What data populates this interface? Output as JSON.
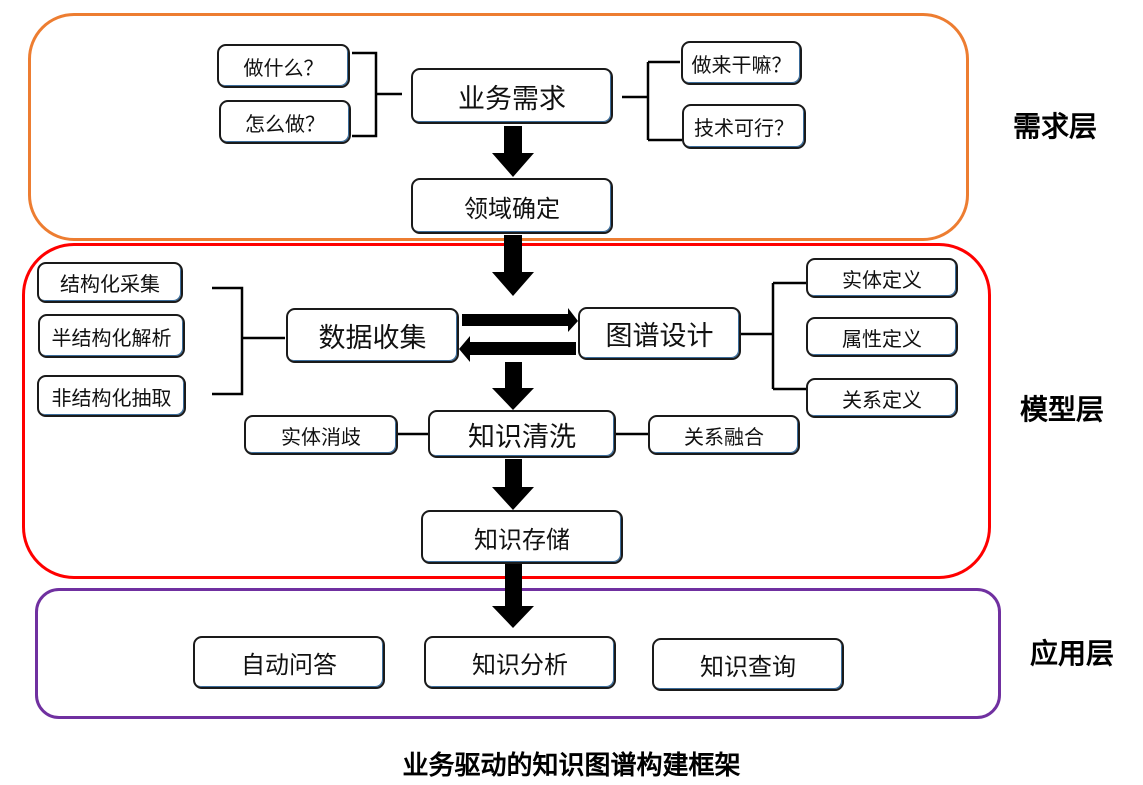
{
  "title": "业务驱动的知识图谱构建框架",
  "layers": {
    "requirement": {
      "label": "需求层",
      "color": "#ED7D31"
    },
    "model": {
      "label": "模型层",
      "color": "#FF0000"
    },
    "application": {
      "label": "应用层",
      "color": "#7030A0"
    }
  },
  "requirement": {
    "main": "业务需求",
    "domain": "领域确定",
    "left_questions": [
      "做什么？",
      "怎么做？"
    ],
    "right_questions": [
      "做来干嘛？",
      "技术可行？"
    ]
  },
  "model": {
    "data_collection": "数据收集",
    "graph_design": "图谱设计",
    "collection_methods": [
      "结构化采集",
      "半结构化解析",
      "非结构化抽取"
    ],
    "design_items": [
      "实体定义",
      "属性定义",
      "关系定义"
    ],
    "cleaning": "知识清洗",
    "cleaning_left": "实体消歧",
    "cleaning_right": "关系融合",
    "storage": "知识存储"
  },
  "application": {
    "items": [
      "自动问答",
      "知识分析",
      "知识查询"
    ]
  }
}
